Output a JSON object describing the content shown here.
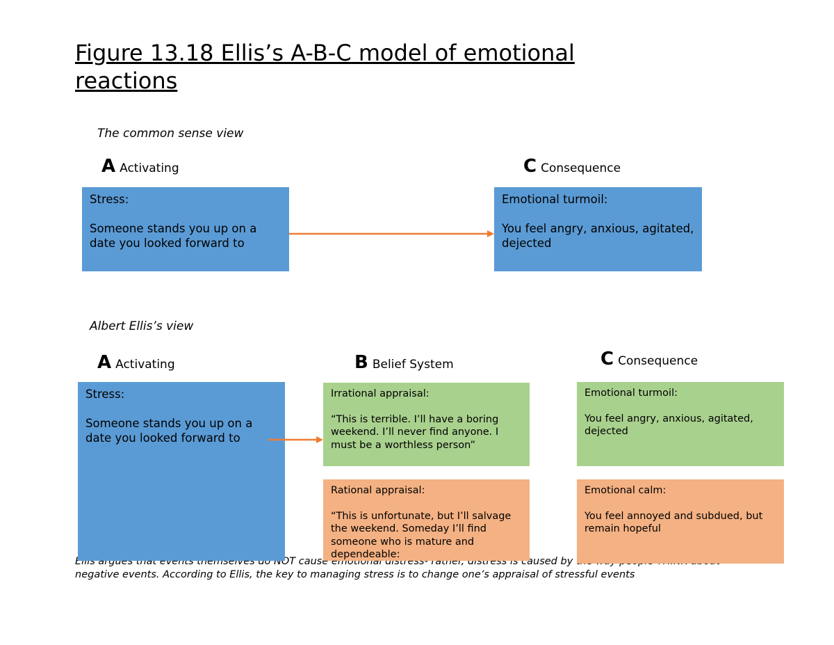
{
  "title": "Figure 13.18 Ellis’s A-B-C model of emotional reactions",
  "common_view": {
    "label": "The common sense view",
    "a_letter": "A",
    "a_word": "Activating",
    "c_letter": "C",
    "c_word": "Consequence",
    "a_box": {
      "heading": "Stress:",
      "body": "Someone stands you up on a date you looked forward to"
    },
    "c_box": {
      "heading": "Emotional turmoil:",
      "body": "You feel angry, anxious, agitated, dejected"
    }
  },
  "ellis_view": {
    "label": "Albert Ellis’s view",
    "a_letter": "A",
    "a_word": "Activating",
    "b_letter": "B",
    "b_word": "Belief System",
    "c_letter": "C",
    "c_word": "Consequence",
    "a_box": {
      "heading": "Stress:",
      "body": "Someone stands you up on a date you looked forward to"
    },
    "irrational": {
      "heading": "Irrational appraisal:",
      "body": "“This is terrible. I’ll have a boring weekend. I’ll never find anyone. I must be a worthless person”"
    },
    "rational": {
      "heading": "Rational appraisal:",
      "body": "“This is unfortunate, but I’ll salvage the weekend. Someday I’ll find someone who is mature and dependeable:"
    },
    "turmoil": {
      "heading": "Emotional turmoil:",
      "body": "You feel angry, anxious, agitated, dejected"
    },
    "calm": {
      "heading": "Emotional calm:",
      "body": "You feel annoyed and subdued, but remain hopeful"
    }
  },
  "footnote": "Ellis argues that events themselves do NOT cause emotional distress- rather, distress is caused by the way people THINK about negative events. According to Ellis, the key to managing stress is to change one’s appraisal of stressful events",
  "colors": {
    "blue": "#5b9bd5",
    "green": "#a9d18e",
    "peach": "#f4b183",
    "arrow": "#ed7d31"
  }
}
